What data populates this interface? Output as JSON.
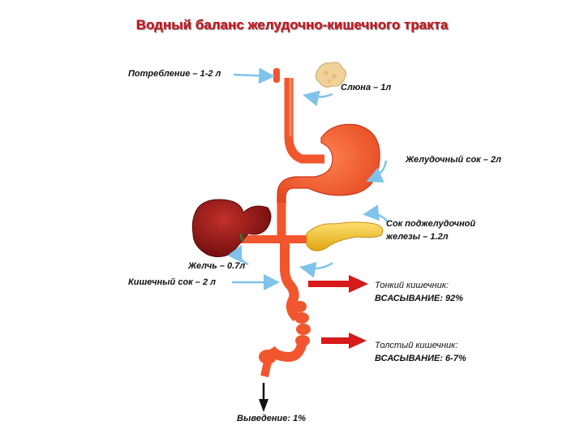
{
  "title": "Водный баланс желудочно-кишечного тракта",
  "labels": {
    "intake": "Потребление – 1-2 л",
    "saliva": "Слюна – 1л",
    "gastric": "Желудочный сок – 2л",
    "pancreatic_line1": "Сок поджелудочной",
    "pancreatic_line2": "железы – 1.2л",
    "bile": "Желчь – 0.7л",
    "intestinal": "Кишечный сок – 2 л",
    "small_intestine": "Тонкий кишечник:",
    "small_absorption": "ВСАСЫВАНИЕ: 92%",
    "large_intestine": "Толстый кишечник:",
    "large_absorption": "ВСАСЫВАНИЕ: 6-7%",
    "excretion": "Выведение: 1%"
  },
  "colors": {
    "title": "#c8141e",
    "tract": "#f2562e",
    "tract_shadow": "#c9391a",
    "liver": "#8e1512",
    "pancreas": "#f3c21b",
    "inflow_arrow": "#7fc3ea",
    "absorption_arrow": "#d71a1a",
    "excretion_arrow": "#111111"
  }
}
